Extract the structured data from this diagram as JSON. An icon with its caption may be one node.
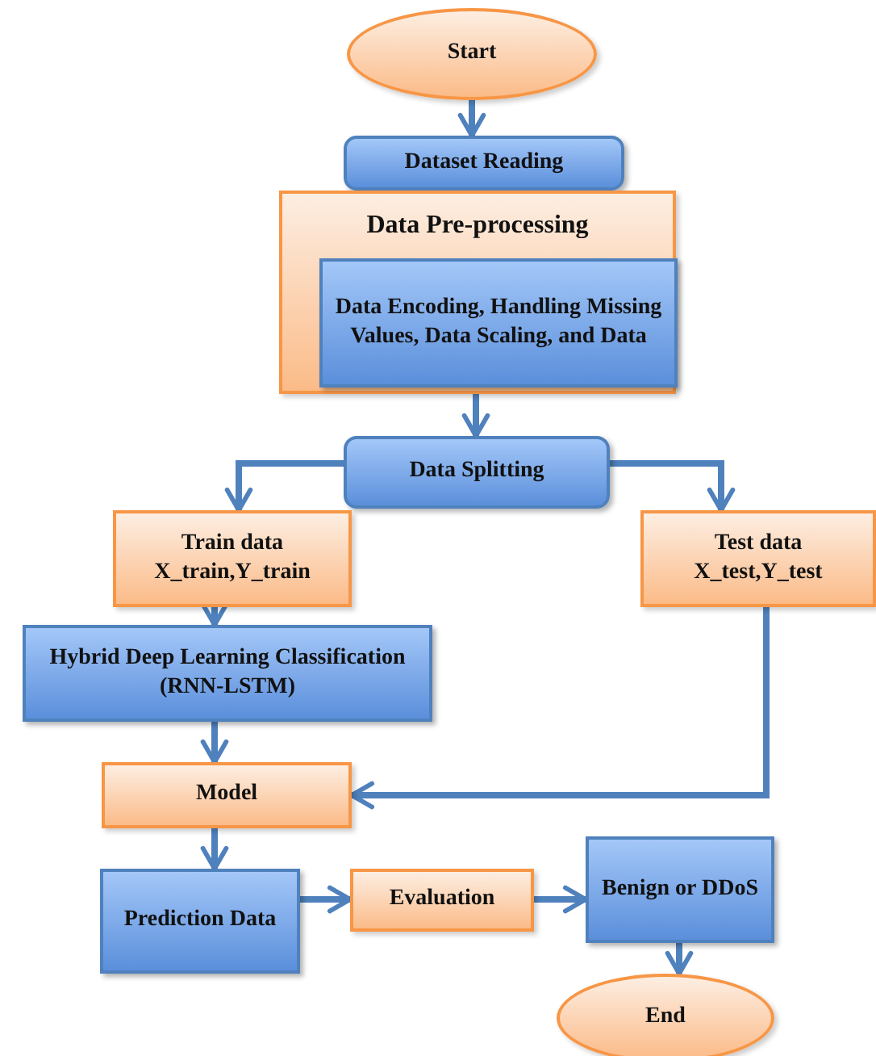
{
  "diagram": {
    "nodes": [
      {
        "text": [
          "Start"
        ]
      },
      {
        "text": [
          "Dataset Reading"
        ]
      },
      {
        "text": [
          "Data Pre-processing"
        ]
      },
      {
        "text": [
          "Data Encoding, Handling Missing Values, Data Scaling, and Data"
        ],
        "in": 2
      },
      {
        "text": [
          "Data Splitting"
        ]
      },
      {
        "text": [
          "Train data X_train,Y_train"
        ]
      },
      {
        "text": [
          "Test data X_test,Y_test"
        ]
      },
      {
        "text": [
          "Hybrid Deep Learning Classification (RNN-LSTM)"
        ]
      },
      {
        "text": [
          "Model"
        ]
      },
      {
        "text": [
          "Prediction Data"
        ]
      },
      {
        "text": [
          "Evaluation"
        ]
      },
      {
        "text": [
          "Benign or DDoS"
        ]
      },
      {
        "text": [
          "End"
        ]
      }
    ],
    "edges": [
      {
        "from": 0,
        "to": 1,
        "arrow": "to"
      },
      {
        "from": 2,
        "to": 4,
        "arrow": "to"
      },
      {
        "from": 4,
        "to": 5,
        "arrow": "to"
      },
      {
        "from": 4,
        "to": 6,
        "arrow": "to"
      },
      {
        "from": 5,
        "to": 7,
        "arrow": "to"
      },
      {
        "from": 7,
        "to": 8,
        "arrow": "to"
      },
      {
        "from": 6,
        "to": 8,
        "arrow": "to"
      },
      {
        "from": 8,
        "to": 9,
        "arrow": "to"
      },
      {
        "from": 9,
        "to": 10,
        "arrow": "to"
      },
      {
        "from": 10,
        "to": 11,
        "arrow": "to"
      },
      {
        "from": 11,
        "to": 12,
        "arrow": "to"
      }
    ]
  }
}
